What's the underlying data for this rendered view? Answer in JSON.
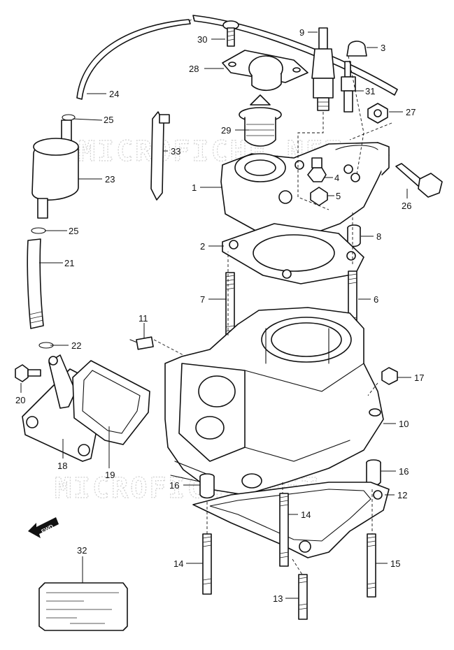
{
  "watermark": {
    "top": "MICROFICHE.NET",
    "bottom": "MICROFICHE.NET"
  },
  "direction_badge": "FWD",
  "callouts": {
    "c1": "1",
    "c2": "2",
    "c3": "3",
    "c4": "4",
    "c5": "5",
    "c6": "6",
    "c7": "7",
    "c8": "8",
    "c9": "9",
    "c10": "10",
    "c11": "11",
    "c12": "12",
    "c13": "13",
    "c14a": "14",
    "c14b": "14",
    "c15": "15",
    "c16a": "16",
    "c16b": "16",
    "c17": "17",
    "c18": "18",
    "c19": "19",
    "c20": "20",
    "c21": "21",
    "c22": "22",
    "c23": "23",
    "c24": "24",
    "c25a": "25",
    "c25b": "25",
    "c26": "26",
    "c27": "27",
    "c28": "28",
    "c29": "29",
    "c30": "30",
    "c31": "31",
    "c32": "32",
    "c33": "33"
  }
}
